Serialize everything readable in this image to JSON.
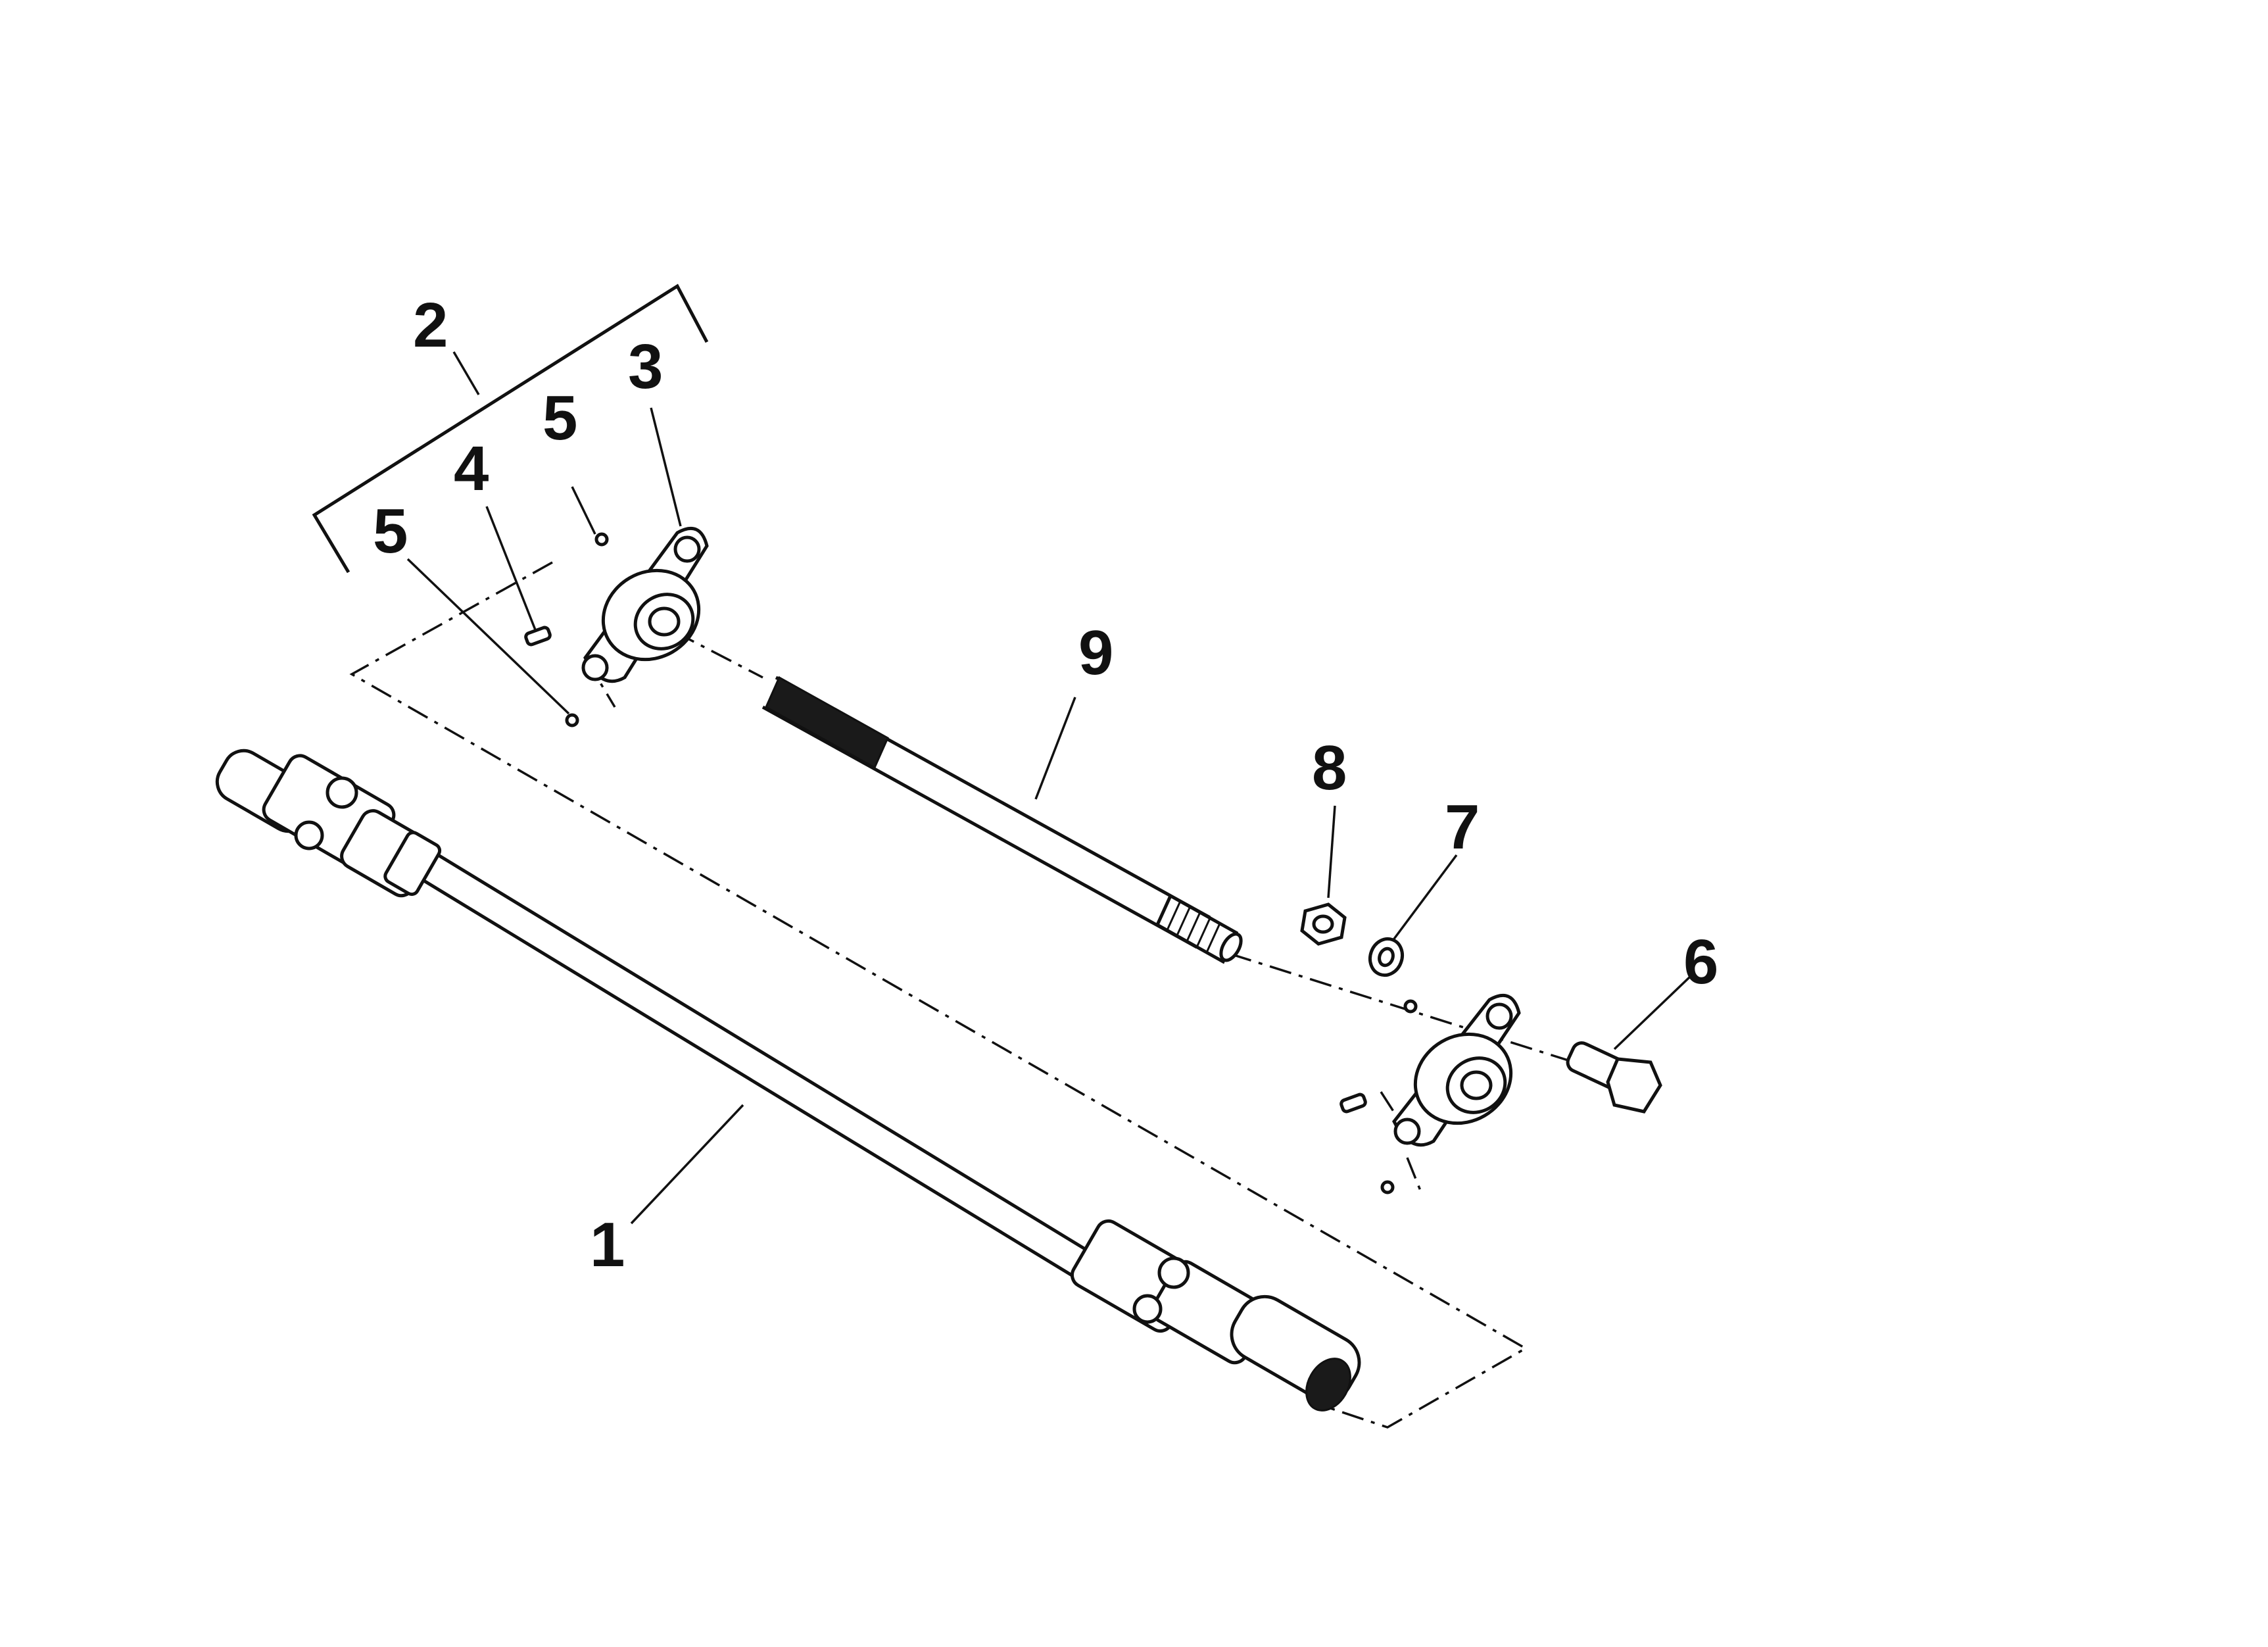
{
  "figure": {
    "callouts": [
      {
        "id": "1",
        "label": "1"
      },
      {
        "id": "2",
        "label": "2"
      },
      {
        "id": "3",
        "label": "3"
      },
      {
        "id": "4",
        "label": "4"
      },
      {
        "id": "5a",
        "label": "5"
      },
      {
        "id": "5b",
        "label": "5"
      },
      {
        "id": "6",
        "label": "6"
      },
      {
        "id": "7",
        "label": "7"
      },
      {
        "id": "8",
        "label": "8"
      },
      {
        "id": "9",
        "label": "9"
      }
    ]
  }
}
